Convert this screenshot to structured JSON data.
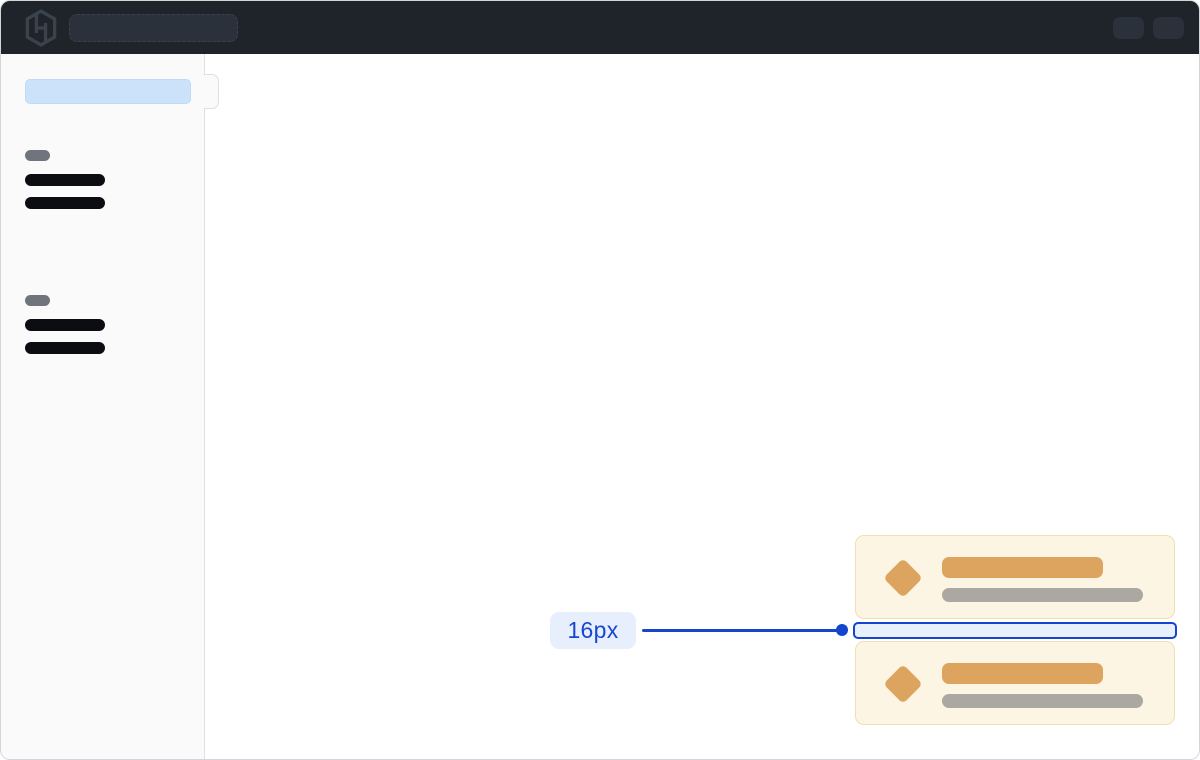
{
  "topbar": {
    "logo_icon": "hashicorp-logo",
    "search_placeholder": "",
    "action_buttons": 2
  },
  "sidebar": {
    "selected_item": "selected-nav-placeholder",
    "groups": [
      {
        "section_label": "placeholder",
        "items": 2
      },
      {
        "section_label": "placeholder",
        "items": 2
      }
    ]
  },
  "cards": [
    {
      "icon": "diamond-icon",
      "title": "placeholder",
      "subtitle": "placeholder"
    },
    {
      "icon": "diamond-icon",
      "title": "placeholder",
      "subtitle": "placeholder"
    }
  ],
  "annotation": {
    "label": "16px"
  },
  "colors": {
    "topbar_bg": "#1f242b",
    "topbar_pill": "#2b313a",
    "logo": "#3b424c",
    "sidebar_bg": "#fafafa",
    "frame_border": "#d4d5d9",
    "divider": "#dfe0e4",
    "selected": "#cbe2fa",
    "skeleton_dark": "#0b0d11",
    "skeleton_gray": "#6f747d",
    "card_bg": "#fdf5e3",
    "card_border": "#f0dfb2",
    "card_accent": "#dca45f",
    "card_muted": "#aba8a1",
    "accent_blue": "#1545cf",
    "label_bg": "#e7effd",
    "label_text": "#1747d2",
    "gap_fill": "#e8f0fe"
  }
}
